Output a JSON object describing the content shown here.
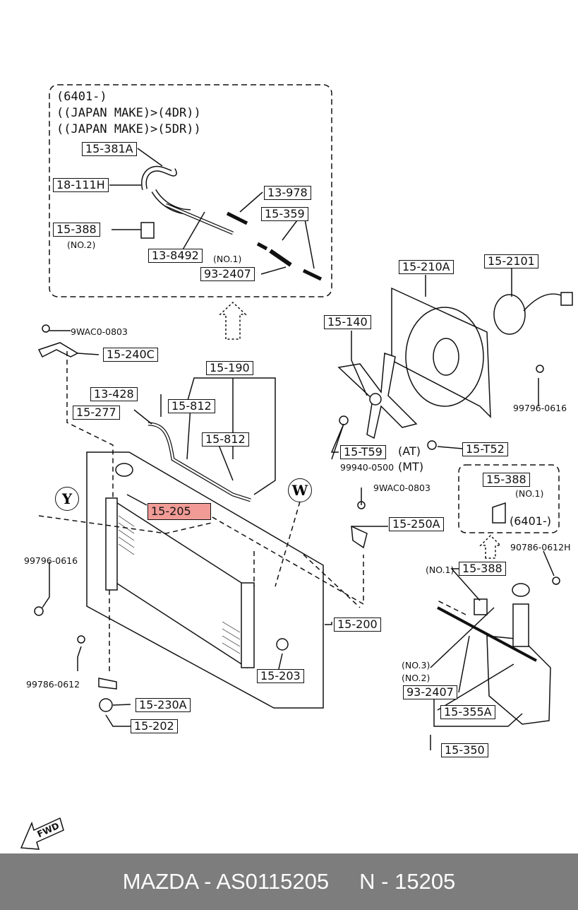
{
  "inset": {
    "lines": [
      "(6401-)",
      "((JAPAN MAKE)>(4DR))",
      "((JAPAN MAKE)>(5DR))"
    ],
    "parts": {
      "p15_381A": "15-381A",
      "p18_111H": "18-111H",
      "p15_388": "15-388",
      "p15_388_note": "(NO.2)",
      "p13_8492": "13-8492",
      "p13_978": "13-978",
      "p15_359": "15-359",
      "p93_2407_note": "(NO.1)",
      "p93_2407": "93-2407"
    }
  },
  "parts": {
    "p9WAC0_0803_top": "9WAC0-0803",
    "p15_240C": "15-240C",
    "p15_190": "15-190",
    "p13_428": "13-428",
    "p15_277": "15-277",
    "p15_812_a": "15-812",
    "p15_812_b": "15-812",
    "p15_205": "15-205",
    "p15_210A": "15-210A",
    "p15_2101": "15-2101",
    "p15_140": "15-140",
    "p99796_0616_right": "99796-0616",
    "p15_T59": "15-T59",
    "p15_T59_at": "(AT)",
    "p99940_0500": "99940-0500",
    "p99940_0500_mt": "(MT)",
    "p15_T52": "15-T52",
    "p15_388_inset2": "15-388",
    "p15_388_inset2_note": "(NO.1)",
    "p6401_inset2": "(6401-)",
    "p9WAC0_0803_mid": "9WAC0-0803",
    "p15_250A": "15-250A",
    "p90786_0612H": "90786-0612H",
    "p15_388_note": "(NO.1)",
    "p15_388": "15-388",
    "p99796_0616_left": "99796-0616",
    "p15_200": "15-200",
    "p15_203": "15-203",
    "p99786_0612": "99786-0612",
    "p15_230A": "15-230A",
    "p15_202": "15-202",
    "p93_2407_no3": "(NO.3)",
    "p93_2407_no2": "(NO.2)",
    "p93_2407": "93-2407",
    "p15_355A": "15-355A",
    "p15_350": "15-350"
  },
  "callouts": {
    "y": "Y",
    "w": "W"
  },
  "fwd": "FWD",
  "footer": {
    "brand": "MAZDA - AS0115205",
    "number": "N - 15205"
  },
  "colors": {
    "highlight": "#f19b96",
    "footer_bg": "#7d7d7d",
    "footer_text": "#ffffff",
    "line": "#111111"
  }
}
